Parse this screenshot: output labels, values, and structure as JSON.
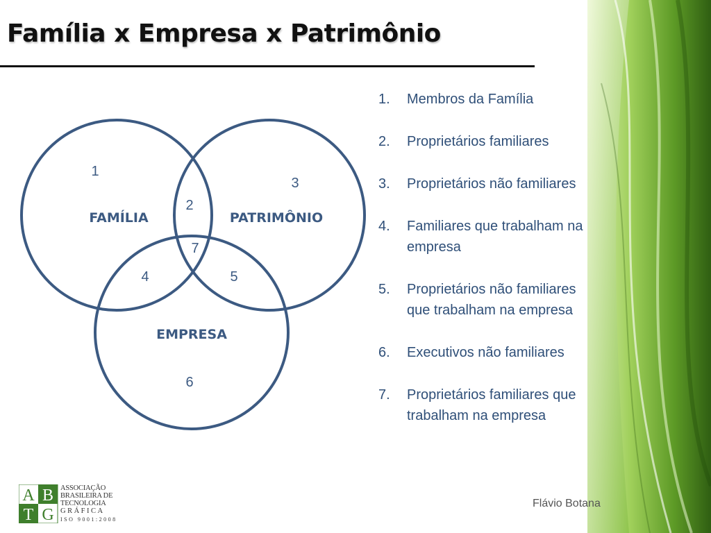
{
  "title": "Família x Empresa x Patrimônio",
  "colors": {
    "accent": "#3c5a82",
    "title": "#111111",
    "legend_text": "#2f4f78",
    "green_light": "#e8f5c8",
    "green_mid": "#7fb33a",
    "green_dark": "#2f5e12",
    "logo_green": "#3f7f2c"
  },
  "venn": {
    "labels": {
      "familia": "FAMÍLIA",
      "patrimonio": "PATRIMÔNIO",
      "empresa": "EMPRESA"
    },
    "regions": {
      "r1": "1",
      "r2": "2",
      "r3": "3",
      "r4": "4",
      "r5": "5",
      "r6": "6",
      "r7": "7"
    }
  },
  "legend": [
    {
      "num": "1.",
      "text": "Membros da Família"
    },
    {
      "num": "2.",
      "text": "Proprietários familiares"
    },
    {
      "num": "3.",
      "text": "Proprietários não familiares"
    },
    {
      "num": "4.",
      "text": "Familiares que trabalham na empresa"
    },
    {
      "num": "5.",
      "text": "Proprietários não familiares que trabalham na empresa"
    },
    {
      "num": "6.",
      "text": "Executivos não familiares"
    },
    {
      "num": "7.",
      "text": "Proprietários familiares que trabalham na empresa"
    }
  ],
  "logo": {
    "letters": [
      "A",
      "B",
      "T",
      "G"
    ],
    "lines": [
      "ASSOCIAÇÃO",
      "BRASILEIRA DE",
      "TECNOLOGIA",
      "GRÁFICA"
    ],
    "iso": "ISO 9001:2008"
  },
  "author": "Flávio Botana"
}
